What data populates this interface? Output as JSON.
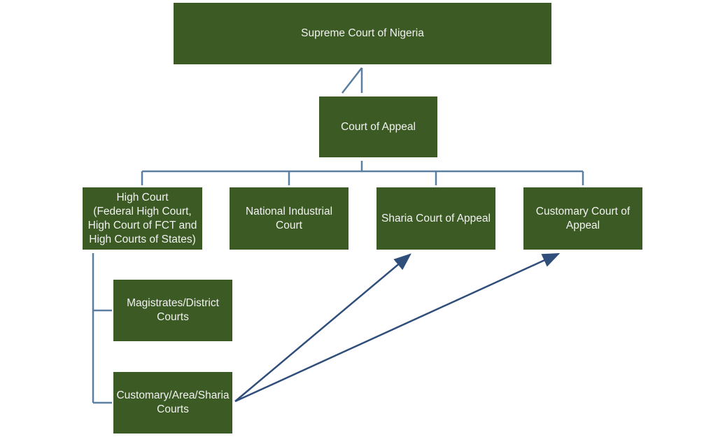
{
  "diagram": {
    "nodes": {
      "supreme": "Supreme Court of Nigeria",
      "appeal": "Court of Appeal",
      "high": "High Court\n(Federal High Court,\nHigh Court of FCT and\nHigh Courts of States)",
      "industrial": "National Industrial\nCourt",
      "sharia_appeal": "Sharia Court of Appeal",
      "customary_appeal": "Customary Court of\nAppeal",
      "magistrates": "Magistrates/District\nCourts",
      "customary_area": "Customary/Area/Sharia\nCourts"
    },
    "colors": {
      "box": "#3c5a24",
      "connector": "#5b7fa0",
      "arrow": "#2f4f7a",
      "text": "#f2f2f2"
    }
  }
}
